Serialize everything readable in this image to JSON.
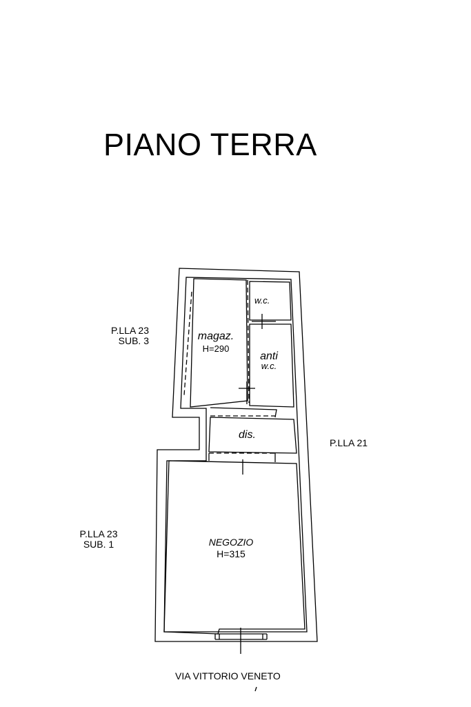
{
  "title": "PIANO TERRA",
  "neighbors": {
    "upper_left_line1": "P.LLA 23",
    "upper_left_line2": "SUB. 3",
    "right": "P.LLA 21",
    "lower_left_line1": "P.LLA 23",
    "lower_left_line2": "SUB. 1",
    "street": "VIA VITTORIO VENETO"
  },
  "rooms": {
    "wc_top": "w.c.",
    "magazzino_name": "magaz.",
    "magazzino_height": "H=290",
    "anti_line1": "anti",
    "anti_line2": "w.c.",
    "disimpegno": "dis.",
    "negozio_name": "NEGOZIO",
    "negozio_height": "H=315"
  }
}
